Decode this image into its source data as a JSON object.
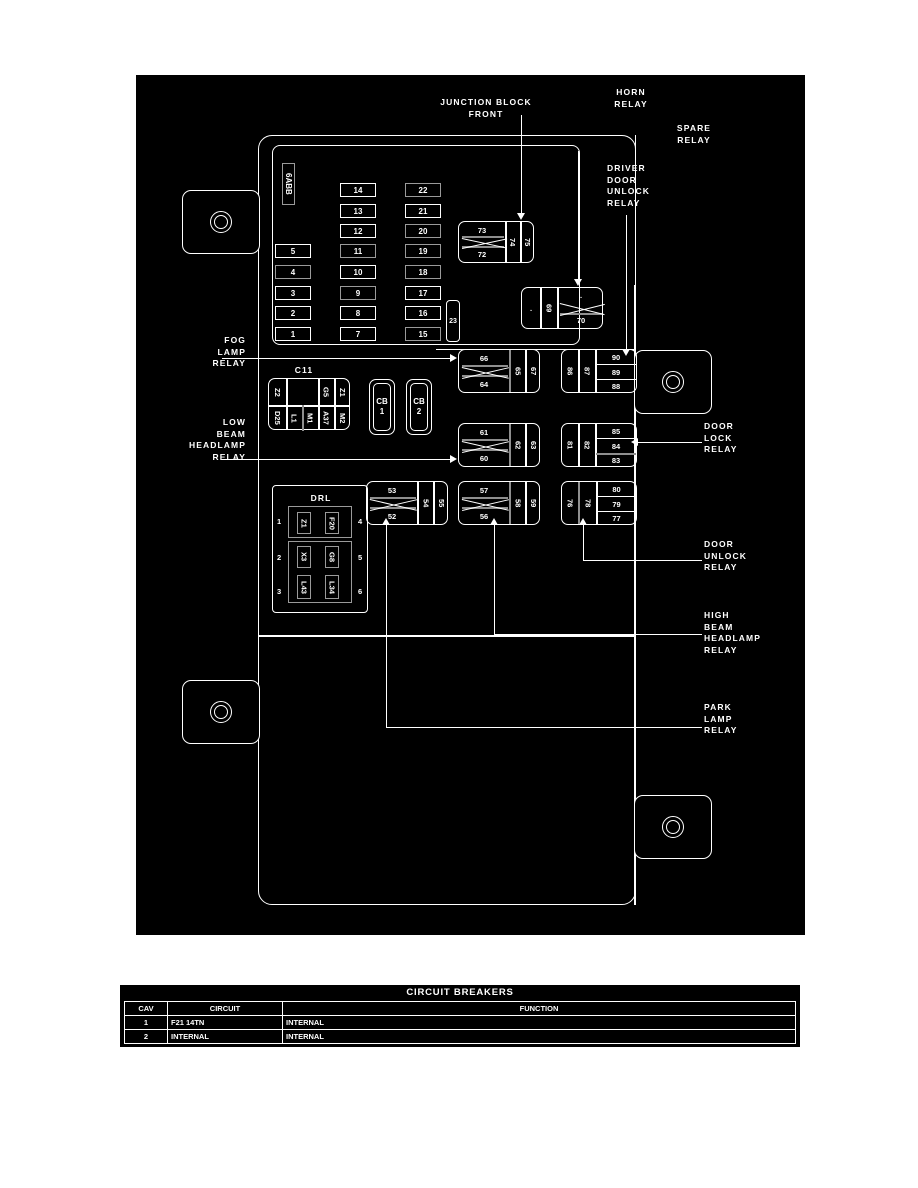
{
  "diagram": {
    "title_lines": "JUNCTION BLOCK\nFRONT",
    "callouts": {
      "horn": "HORN\nRELAY",
      "spare": "SPARE\nRELAY",
      "driver_door_unlock": "DRIVER\nDOOR\nUNLOCK\nRELAY",
      "fog_lamp": "FOG\nLAMP\nRELAY",
      "low_beam": "LOW\nBEAM\nHEADLAMP\nRELAY",
      "door_lock": "DOOR\nLOCK\nRELAY",
      "door_unlock": "DOOR\nUNLOCK\nRELAY",
      "high_beam": "HIGH\nBEAM\nHEADLAMP\nRELAY",
      "park_lamp": "PARK\nLAMP\nRELAY"
    },
    "side_fuse_label": "6ABB",
    "fuse_column_left": [
      "5",
      "4",
      "3",
      "2",
      "1"
    ],
    "fuse_column_mid": [
      "14",
      "13",
      "12",
      "11",
      "10",
      "9",
      "8",
      "7"
    ],
    "fuse_column_right": [
      "22",
      "21",
      "20",
      "19",
      "18",
      "17",
      "16",
      "15"
    ],
    "fuse_23": "23",
    "connector_label": "C11",
    "connector_top_row": [
      "Z2",
      "",
      "G5",
      "Z1"
    ],
    "connector_bottom_row": [
      "D25",
      "L1",
      "M1",
      "A37",
      "M2"
    ],
    "breaker_1": "CB\n1",
    "breaker_2": "CB\n2",
    "drl_label": "DRL",
    "drl_top": [
      "Z1",
      "F20"
    ],
    "drl_mid": [
      "X3",
      "G8"
    ],
    "drl_bot": [
      "L43",
      "L34"
    ],
    "drl_left_nums": [
      "1",
      "2",
      "3"
    ],
    "drl_right_nums": [
      "4",
      "5",
      "6"
    ],
    "relays": {
      "horn": {
        "tl": "73",
        "bl": "72",
        "c1": "74",
        "c2": "75"
      },
      "spare": {
        "c0": ".",
        "c1": "69",
        "tr": ".",
        "br": "70"
      },
      "fog_lamp": {
        "tl": "66",
        "bl": "64",
        "c1": "65",
        "c2": "67"
      },
      "low_beam": {
        "tl": "61",
        "bl": "60",
        "c1": "62",
        "c2": "63"
      },
      "high_beam": {
        "tl": "57",
        "bl": "56",
        "c1": "58",
        "c2": "59"
      },
      "park_lamp": {
        "tl": "53",
        "bl": "52",
        "c1": "54",
        "c2": "55"
      },
      "driver_unlock": {
        "c1": "86",
        "c2": "87",
        "r1": "90",
        "r2": "89",
        "r3": "88"
      },
      "door_lock": {
        "c1": "81",
        "c2": "82",
        "r1": "85",
        "r2": "84",
        "r3": "83"
      },
      "door_unlock": {
        "c1": "76",
        "c2": "78",
        "r1": "80",
        "r2": "79",
        "r3": "77"
      }
    }
  },
  "table": {
    "title": "CIRCUIT BREAKERS",
    "headers": [
      "CAV",
      "CIRCUIT",
      "FUNCTION"
    ],
    "rows": [
      [
        "1",
        "F21 14TN",
        "INTERNAL"
      ],
      [
        "2",
        "INTERNAL",
        "INTERNAL"
      ]
    ]
  }
}
